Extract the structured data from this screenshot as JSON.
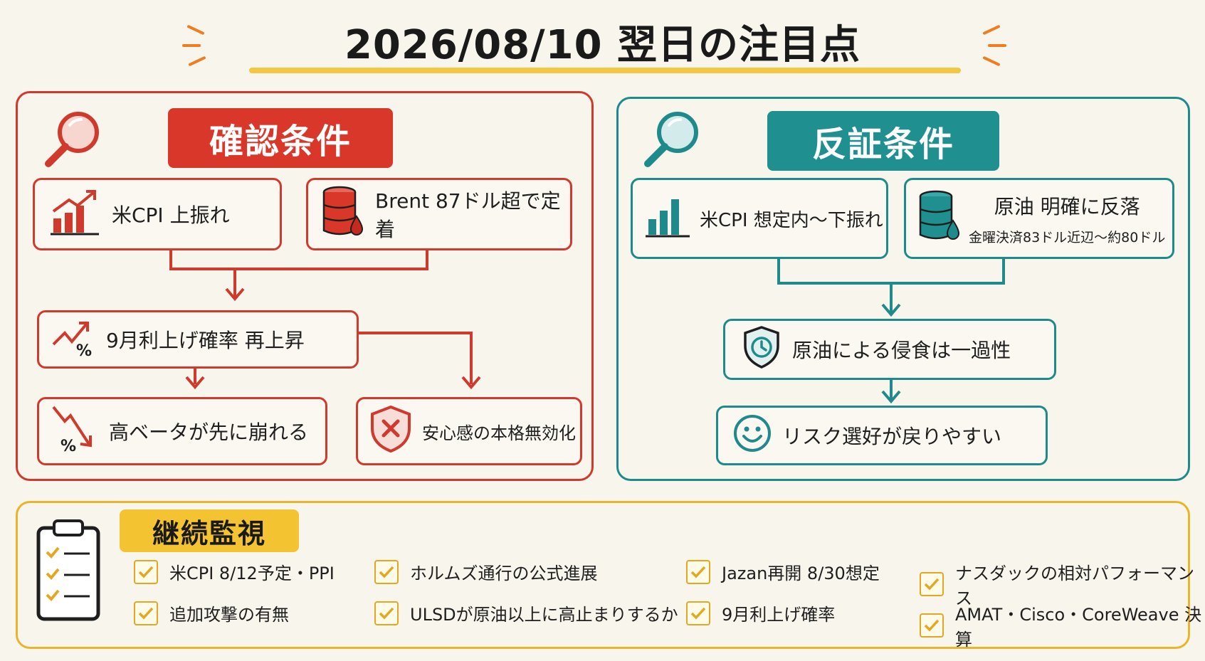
{
  "title": "2026/08/10 翌日の注目点",
  "confirm": {
    "heading": "確認条件",
    "items": {
      "cpi_up": "米CPI 上振れ",
      "brent": "Brent 87ドル超で定着",
      "rate_hike": "9月利上げ確率 再上昇",
      "high_beta": "高ベータが先に崩れる",
      "safety": "安心感の本格無効化"
    }
  },
  "refute": {
    "heading": "反証条件",
    "items": {
      "cpi_down": "米CPI 想定内〜下振れ",
      "oil_title": "原油 明確に反落",
      "oil_sub": "金曜決済83ドル近辺〜約80ドル",
      "temporary": "原油による侵食は一過性",
      "risk_on": "リスク選好が戻りやすい"
    }
  },
  "monitor": {
    "heading": "継続監視",
    "items": [
      "米CPI 8/12予定・PPI",
      "ホルムズ通行の公式進展",
      "Jazan再開 8/30想定",
      "ナスダックの相対パフォーマンス",
      "追加攻撃の有無",
      "ULSDが原油以上に高止まりするか",
      "9月利上げ確率",
      "AMAT・Cisco・CoreWeave 決算"
    ]
  },
  "colors": {
    "red": "#cf3a2c",
    "teal": "#1f8a8c",
    "yellow": "#eab52c"
  },
  "icons": {
    "magnifier": "magnifier-icon",
    "bar_up": "bar-chart-up-icon",
    "bar": "bar-chart-icon",
    "oil": "oil-barrel-icon",
    "trend_up": "trend-up-percent-icon",
    "trend_down": "trend-down-percent-icon",
    "shield_x": "shield-x-icon",
    "shield_clock": "shield-clock-icon",
    "smile": "smiley-icon",
    "clipboard": "clipboard-checklist-icon",
    "check": "checkbox-icon"
  }
}
